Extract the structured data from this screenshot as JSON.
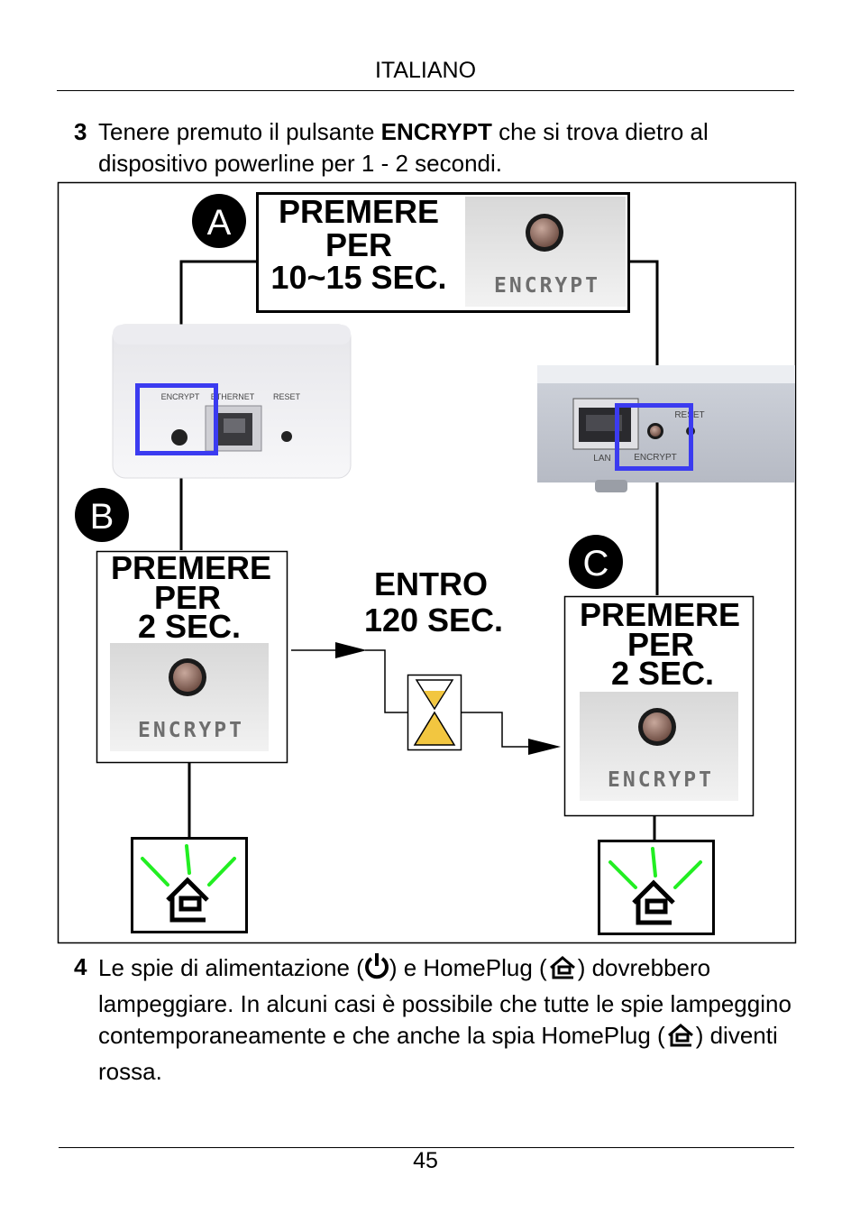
{
  "header": {
    "language": "ITALIANO"
  },
  "step3": {
    "number": "3",
    "text_before": "Tenere premuto il pulsante ",
    "bold": "ENCRYPT",
    "text_after": " che si trova dietro al dispositivo powerline per 1 - 2 secondi."
  },
  "diagram": {
    "marker_a": "A",
    "marker_b": "B",
    "marker_c": "C",
    "box_a": {
      "line1": "PREMERE",
      "line2": "PER",
      "line3": "10~15 SEC."
    },
    "box_b": {
      "line1": "PREMERE",
      "line2": "PER",
      "line3": "2 SEC."
    },
    "box_c": {
      "line1": "PREMERE",
      "line2": "PER",
      "line3": "2 SEC."
    },
    "wait": {
      "line1": "ENTRO",
      "line2": "120 SEC."
    },
    "button_label": "ENCRYPT",
    "device_left": {
      "label_encrypt": "ENCRYPT",
      "label_ethernet": "ETHERNET",
      "label_reset": "RESET"
    },
    "device_right": {
      "label_lan": "LAN",
      "label_encrypt": "ENCRYPT",
      "label_reset": "RESET"
    },
    "colors": {
      "highlight": "#3b3bf0",
      "led": "#22ee22",
      "hourglass_sand": "#f2c640"
    }
  },
  "step4": {
    "number": "4",
    "text_part1": "Le spie di  alimentazione (",
    "text_part2": ") e HomePlug (",
    "text_part3": ") dovrebbero lampeggiare. In alcuni casi è possibile che tutte le spie lampeggino contemporaneamente e che anche la spia HomePlug (",
    "text_part4": ") diventi rossa.",
    "icon_power": "power-icon",
    "icon_homeplug": "homeplug-icon"
  },
  "footer": {
    "page_number": "45"
  }
}
